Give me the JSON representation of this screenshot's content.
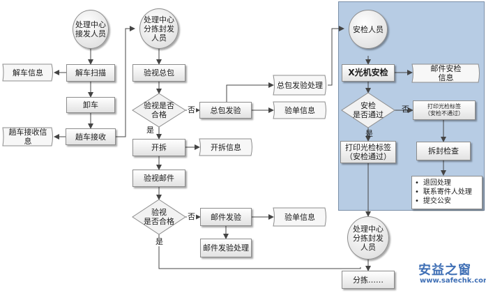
{
  "nodes": {
    "receiver_center": "处理中心\n接发人员",
    "sort_seal_center": "处理中心\n分拣封发\n人员",
    "security_staff": "安检人员",
    "sort_seal_center_2": "处理中心\n分拣封发\n人员",
    "unload_scan": "解车扫描",
    "unload_info": "解车信息",
    "unload": "卸车",
    "crossing_receive": "趟车接收",
    "crossing_info": "趟车接收信\n息",
    "inspect_package": "验视总包",
    "package_ok": "验视是否\n合格",
    "package_dispatch": "总包发验",
    "package_dispatch_handle": "总包发验处理",
    "verify_info_1": "验单信息",
    "unpack": "开拆",
    "unpack_info": "开拆信息",
    "inspect_mail": "验视邮件",
    "mail_ok": "验视\n是否合格",
    "mail_dispatch": "邮件发验",
    "verify_info_2": "验单信息",
    "mail_dispatch_handle": "邮件发验处理",
    "xray": "X光机安检",
    "mail_security_info": "邮件安检\n信息",
    "security_pass": "安检\n是否通过",
    "print_fail_label": "打印光检标签\n（安检不通过）",
    "open_check": "拆封检查",
    "print_pass_label": "打印光检标签\n（安检通过）",
    "sort_more": "分拣……"
  },
  "actions": [
    "退回处理",
    "联系寄件人处理",
    "提交公安"
  ],
  "labels": {
    "no": "否",
    "yes": "是"
  },
  "watermark": {
    "name": "安益之窗",
    "url": "www.safechk.com"
  },
  "colors": {
    "panel": "#b7cce4",
    "line": "#444444",
    "brand": "#3f6fb5"
  }
}
